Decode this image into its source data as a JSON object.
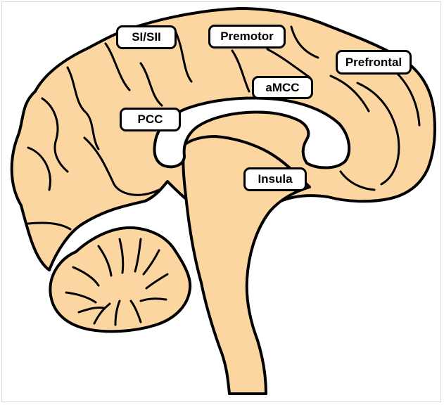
{
  "diagram": {
    "colors": {
      "tissue": "#fcd6a0",
      "outline": "#000000",
      "ventricle": "#ffffff",
      "label_fill": "#ffffff"
    },
    "labels": {
      "si_sii": "SI/SII",
      "premotor": "Premotor",
      "prefrontal": "Prefrontal",
      "amcc": "aMCC",
      "pcc": "PCC",
      "insula": "Insula"
    }
  }
}
